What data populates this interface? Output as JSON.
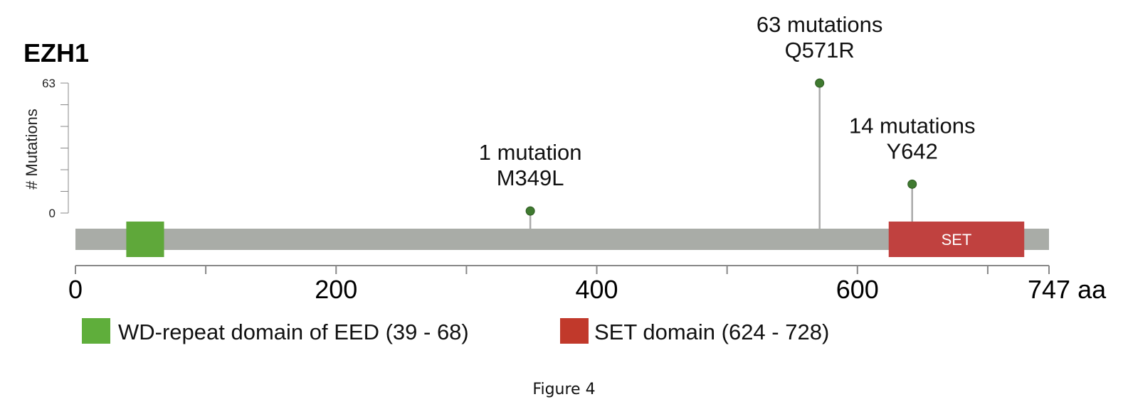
{
  "figure": {
    "gene": "EZH1",
    "caption": "Figure 4"
  },
  "chart_data": {
    "type": "lollipop",
    "title": "EZH1",
    "ylabel": "# Mutations",
    "ylim": [
      0,
      63
    ],
    "y_tick_labels": [
      "0",
      "63"
    ],
    "protein_length": 747,
    "x_unit": "aa",
    "x_tick_labels": [
      "0",
      "200",
      "400",
      "600",
      "747 aa"
    ],
    "x_major_ticks": [
      0,
      200,
      400,
      600,
      747
    ],
    "x_minor_ticks": [
      100,
      300,
      500,
      700
    ],
    "mutations": [
      {
        "position": 349,
        "count": 1,
        "label_count": "1 mutation",
        "label_change": "M349L"
      },
      {
        "position": 571,
        "count": 63,
        "label_count": "63 mutations",
        "label_change": "Q571R"
      },
      {
        "position": 642,
        "count": 14,
        "label_count": "14 mutations",
        "label_change": "Y642"
      }
    ],
    "domains": [
      {
        "name": "WD-repeat domain of EED",
        "start": 39,
        "end": 68,
        "color": "#5fa83a",
        "label": "",
        "legend": "WD-repeat domain of EED (39 - 68)"
      },
      {
        "name": "SET domain",
        "start": 624,
        "end": 728,
        "color": "#c0413f",
        "label": "SET",
        "legend": "SET domain (624 - 728)"
      }
    ],
    "colors": {
      "backbone": "#a9aca7",
      "lollipop": "#3f7a30",
      "stem": "#aaaaaa",
      "axis": "#888888",
      "legend_wd": "#5fae3b",
      "legend_set": "#c1392b"
    }
  }
}
